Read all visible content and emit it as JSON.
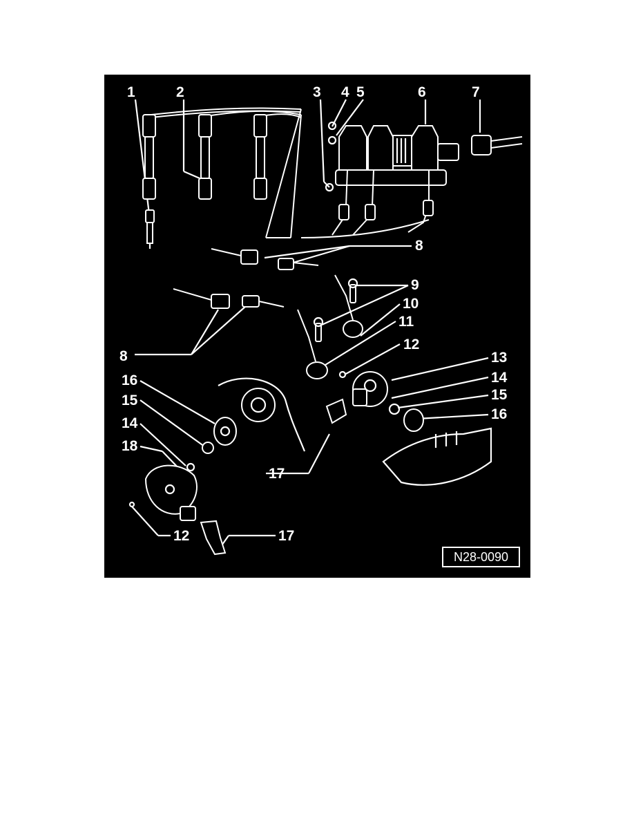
{
  "figure": {
    "code": "N28-0090",
    "callouts": [
      "1",
      "2",
      "3",
      "4",
      "5",
      "6",
      "7",
      "8",
      "8",
      "9",
      "10",
      "11",
      "12",
      "12",
      "13",
      "14",
      "14",
      "15",
      "15",
      "16",
      "16",
      "17",
      "17",
      "18"
    ],
    "colors": {
      "background": "#000000",
      "line": "#ffffff",
      "page": "#ffffff"
    }
  }
}
